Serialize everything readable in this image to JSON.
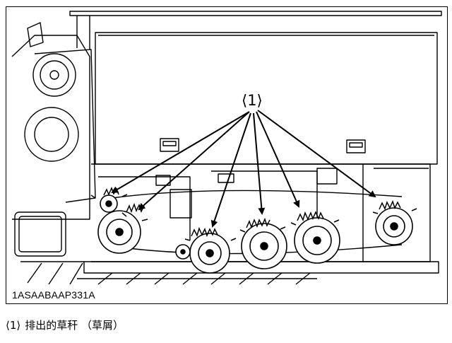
{
  "figure": {
    "figure_id": "1ASAABAAP331A",
    "callout_label": "⟨1⟩",
    "line_color": "#000000"
  },
  "legend": {
    "marker": "⟨1⟩",
    "text": "排出的草秆 （草屑）"
  }
}
